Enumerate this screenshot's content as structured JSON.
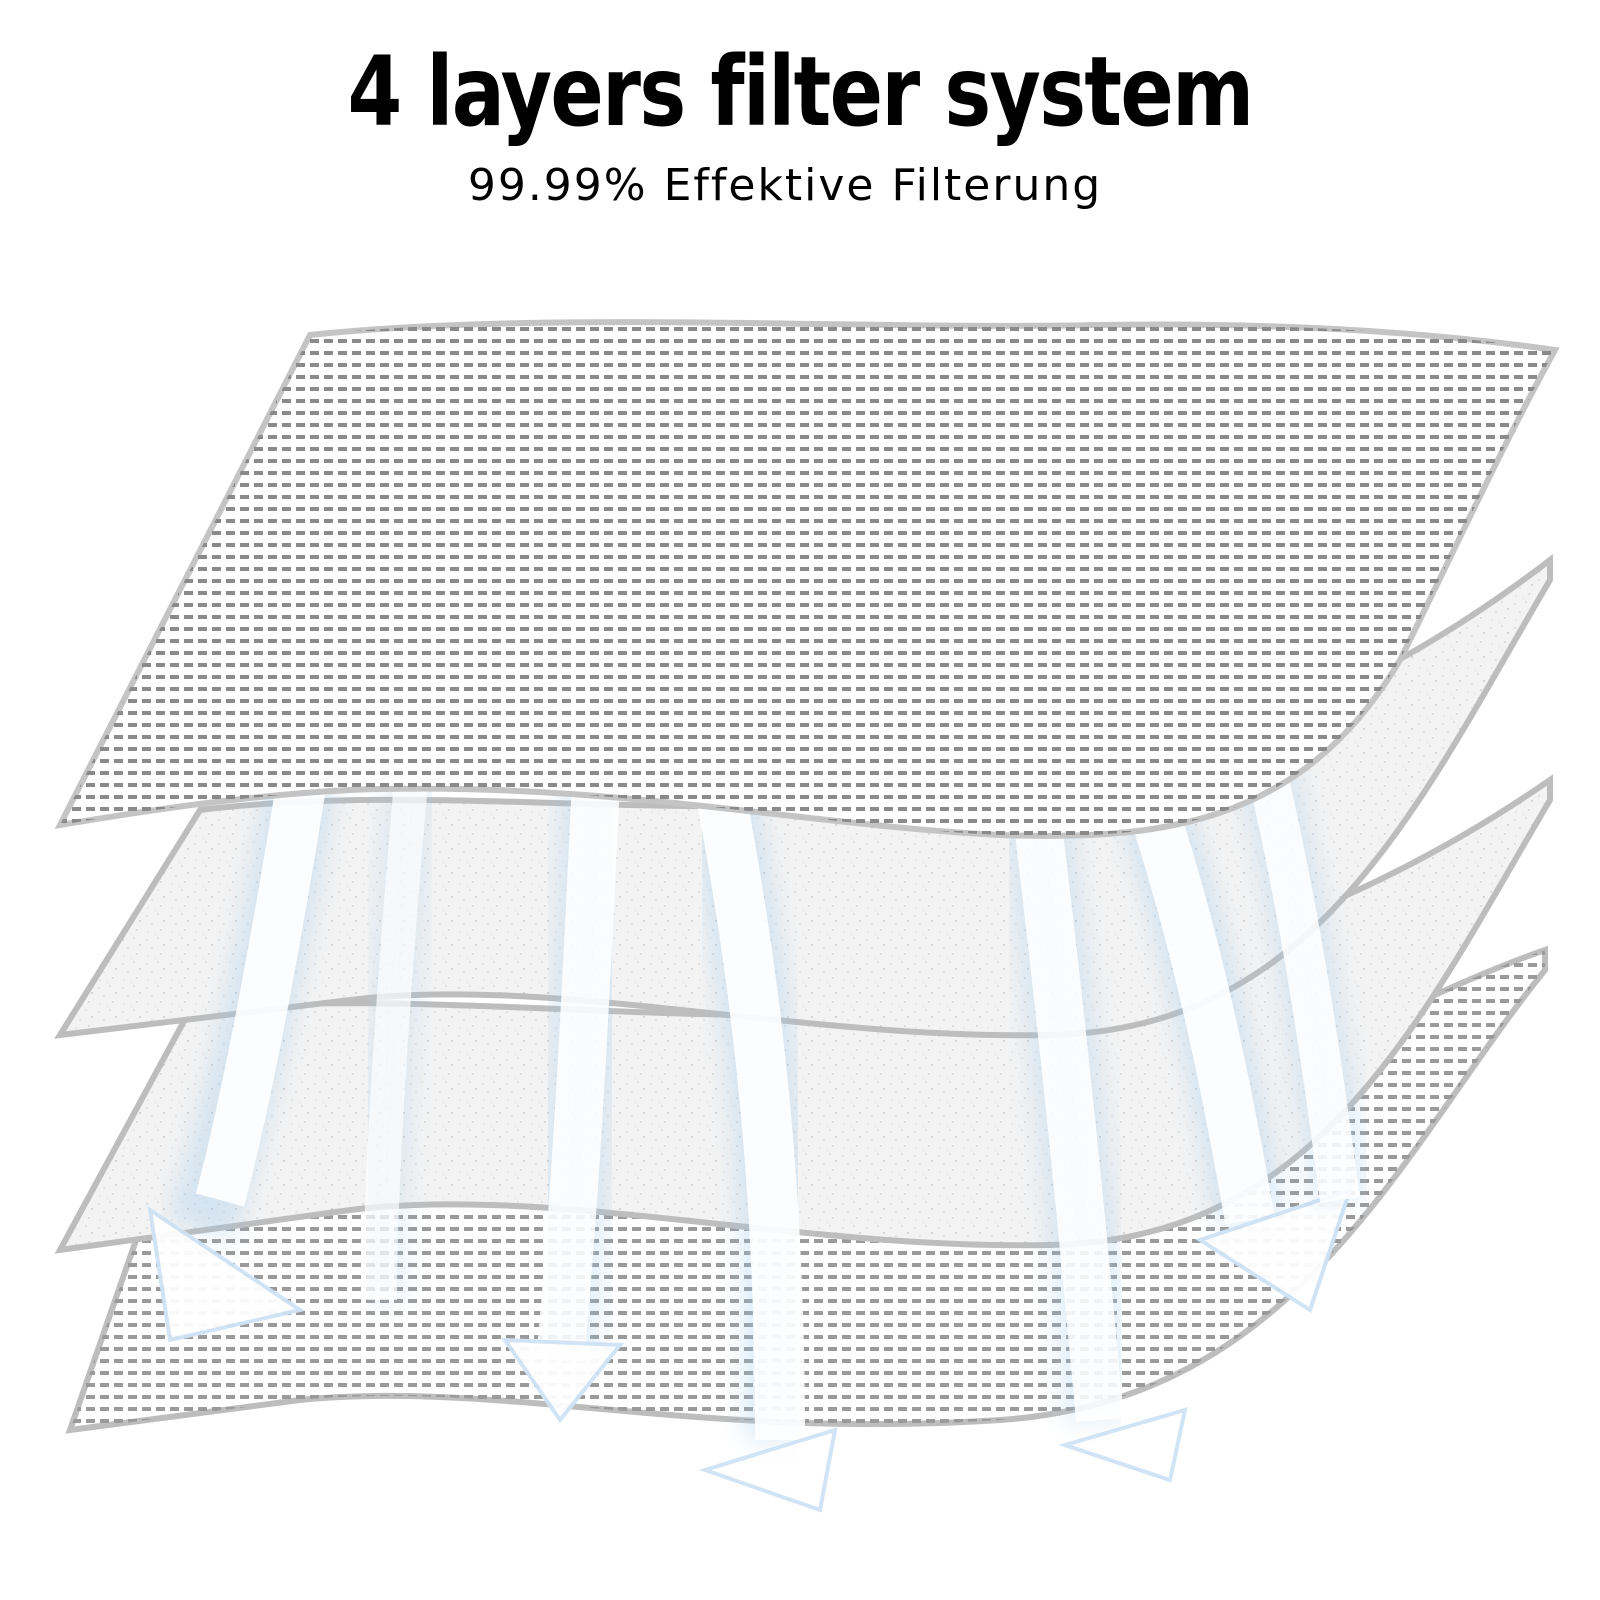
{
  "header": {
    "title": "4 layers filter system",
    "subtitle": "99.99% Effektive Filterung"
  },
  "colors": {
    "text": "#111111",
    "layer_edge": "#bdbdbd",
    "mesh_dots": "#8a8a8a",
    "airflow_glow": "#9cc9ec",
    "background": "#ffffff"
  },
  "illustration": {
    "layer_count": 4,
    "layers": [
      {
        "name": "outer-mesh-layer",
        "texture": "mesh"
      },
      {
        "name": "filter-layer-1",
        "texture": "speckle"
      },
      {
        "name": "filter-layer-2",
        "texture": "speckle"
      },
      {
        "name": "inner-mesh-layer",
        "texture": "mesh"
      }
    ],
    "airflow_arrow_count": 7
  }
}
